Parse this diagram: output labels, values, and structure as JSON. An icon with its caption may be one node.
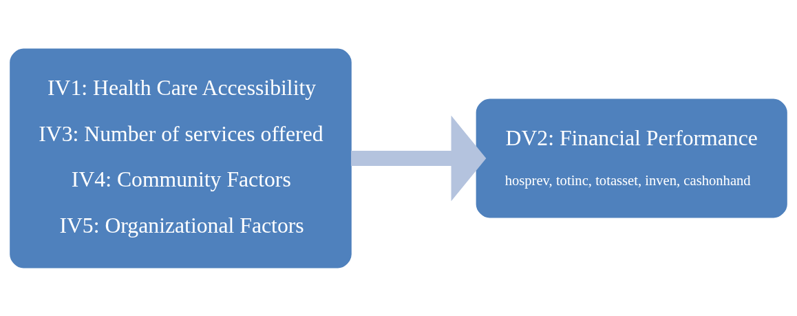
{
  "diagram": {
    "nodes": [
      {
        "text": [
          "IV1: Health Care Accessibility",
          "IV3: Number of services offered",
          "IV4: Community Factors",
          "IV5: Organizational Factors"
        ]
      },
      {
        "text": [
          "DV2: Financial Performance",
          "hosprev, totinc, totasset, inven, cashonhand"
        ]
      }
    ],
    "edges": [
      {
        "from": 0,
        "to": 1,
        "arrow": "to"
      }
    ]
  }
}
